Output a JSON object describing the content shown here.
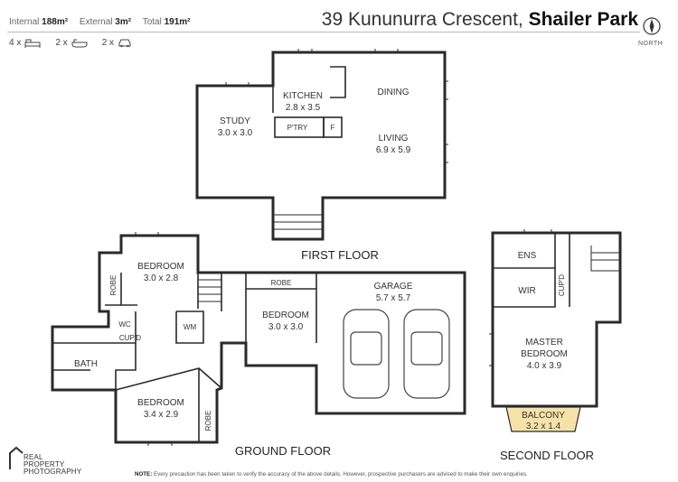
{
  "header": {
    "internal_label": "Internal",
    "internal_value": "188m²",
    "external_label": "External",
    "external_value": "3m²",
    "total_label": "Total",
    "total_value": "191m²",
    "bedrooms": "4 x",
    "bathrooms": "2 x",
    "car_spaces": "2 x",
    "address_street": "39 Kununurra Crescent,",
    "address_suburb": "Shailer Park",
    "north_label": "NORTH"
  },
  "rooms": {
    "kitchen": {
      "name": "KITCHEN",
      "size": "2.8 x 3.5"
    },
    "dining": {
      "name": "DINING"
    },
    "study": {
      "name": "STUDY",
      "size": "3.0 x 3.0"
    },
    "living": {
      "name": "LIVING",
      "size": "6.9 x 5.9"
    },
    "pantry": {
      "name": "P'TRY"
    },
    "fridge": {
      "name": "F"
    },
    "bedroom_nw": {
      "name": "BEDROOM",
      "size": "3.0 x 2.8"
    },
    "robe_nw": {
      "name": "ROBE"
    },
    "wc": {
      "name": "WC"
    },
    "cupd_ground": {
      "name": "CUP'D"
    },
    "wm": {
      "name": "WM"
    },
    "bath": {
      "name": "BATH"
    },
    "bedroom_mid": {
      "name": "BEDROOM",
      "size": "3.0 x 3.0"
    },
    "robe_mid": {
      "name": "ROBE"
    },
    "garage": {
      "name": "GARAGE",
      "size": "5.7 x 5.7"
    },
    "bedroom_sw": {
      "name": "BEDROOM",
      "size": "3.4 x 2.9"
    },
    "robe_sw": {
      "name": "ROBE"
    },
    "ens": {
      "name": "ENS"
    },
    "wir": {
      "name": "WIR"
    },
    "cupd_second": {
      "name": "CUP'D"
    },
    "master": {
      "name": "MASTER",
      "name2": "BEDROOM",
      "size": "4.0 x 3.9"
    },
    "balcony": {
      "name": "BALCONY",
      "size": "3.2 x 1.4"
    }
  },
  "floors": {
    "first": "FIRST FLOOR",
    "ground": "GROUND FLOOR",
    "second": "SECOND FLOOR"
  },
  "footer": {
    "logo_line1": "REAL",
    "logo_line2": "PROPERTY",
    "logo_line3": "PHOTOGRAPHY",
    "note_label": "NOTE:",
    "note_text": "Every precaution has been taken to verify the accuracy of the above details. However, prospective purchasers are advised to make their own enquiries."
  }
}
